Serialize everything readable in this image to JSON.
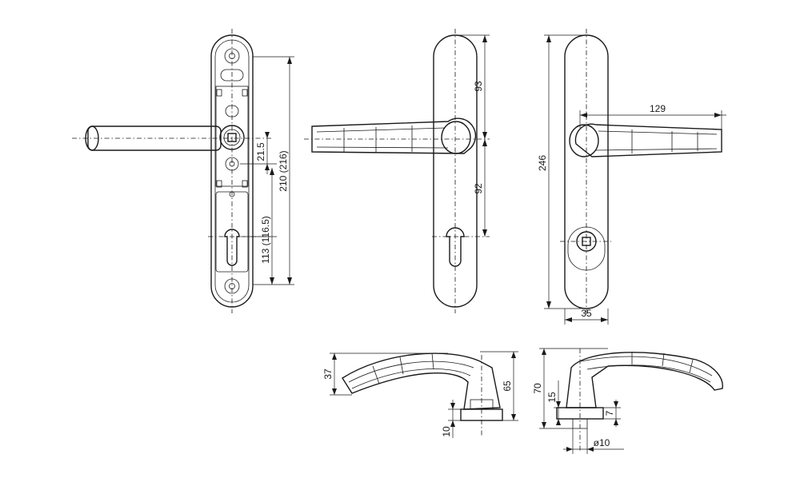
{
  "drawing": {
    "dimensions": {
      "back_plate_height": "210 (216)",
      "spindle_to_cylinder": "113 (116.5)",
      "small_offset": "21.5",
      "upper_to_spindle": "93",
      "spindle_to_cylinder_front": "92",
      "handle_length": "129",
      "plate_height": "246",
      "plate_width": "35",
      "handle_rise": "37",
      "handle_height_side": "65",
      "rose_thickness": "10",
      "handle_height": "70",
      "neck_height": "15",
      "rose_step": "7",
      "spindle_diameter": "ø10"
    }
  }
}
